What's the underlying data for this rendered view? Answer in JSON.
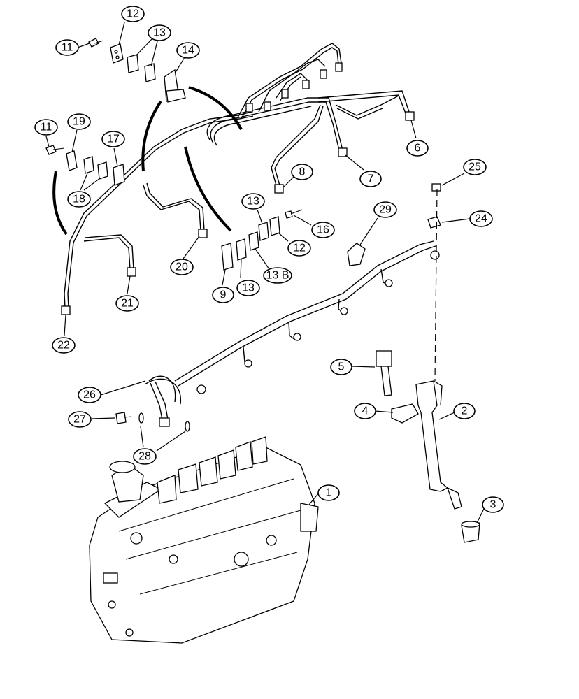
{
  "callouts": {
    "c1": "1",
    "c2": "2",
    "c3": "3",
    "c4": "4",
    "c5": "5",
    "c6": "6",
    "c7": "7",
    "c8": "8",
    "c9": "9",
    "c11a": "11",
    "c11b": "11",
    "c12a": "12",
    "c12b": "12",
    "c13a": "13",
    "c13b": "13",
    "c13c": "13",
    "c13B": "13 B",
    "c14": "14",
    "c16": "16",
    "c17": "17",
    "c18": "18",
    "c19": "19",
    "c20": "20",
    "c21": "21",
    "c22": "22",
    "c24": "24",
    "c25": "25",
    "c26": "26",
    "c27": "27",
    "c28": "28",
    "c29": "29"
  }
}
